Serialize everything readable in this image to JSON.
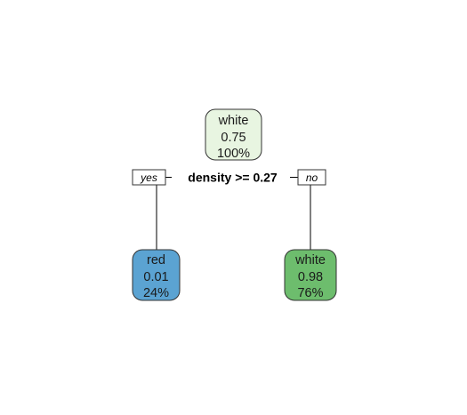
{
  "tree": {
    "root": {
      "class": "white",
      "prob": "0.75",
      "percent": "100%",
      "fill": "#e8f5e1"
    },
    "split": {
      "condition": "density >= 0.27",
      "yes_label": "yes",
      "no_label": "no"
    },
    "left_leaf": {
      "class": "red",
      "prob": "0.01",
      "percent": "24%",
      "fill": "#5ba3d2"
    },
    "right_leaf": {
      "class": "white",
      "prob": "0.98",
      "percent": "76%",
      "fill": "#6dbd6d"
    },
    "edge_color": "#000000"
  }
}
